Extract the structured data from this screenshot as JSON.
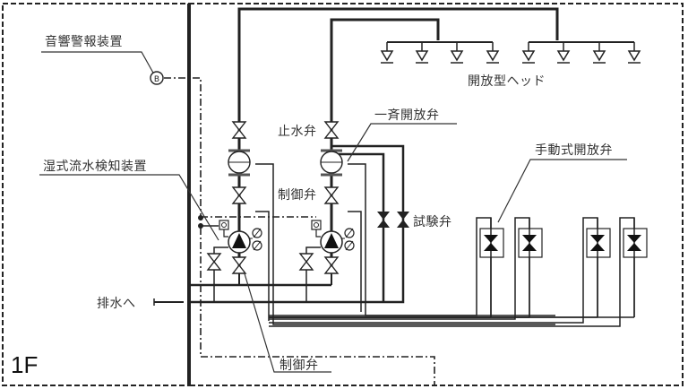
{
  "diagram": {
    "type": "deluge-sprinkler-system-piping",
    "floor_label": "1F",
    "labels": {
      "alarm_device": "音響警報装置",
      "alarm_symbol": "B",
      "open_head": "開放型ヘッド",
      "deluge_valve": "一斉開放弁",
      "stop_valve": "止水弁",
      "wet_flow_detector": "湿式流水検知装置",
      "control_valve_upper": "制御弁",
      "test_valve": "試験弁",
      "manual_release_valve": "手動式開放弁",
      "to_drain": "排水へ",
      "control_valve_lower": "制御弁"
    },
    "counts": {
      "open_heads": 8,
      "risers": 2,
      "manual_release_valves": 4,
      "test_valves": 2
    }
  }
}
